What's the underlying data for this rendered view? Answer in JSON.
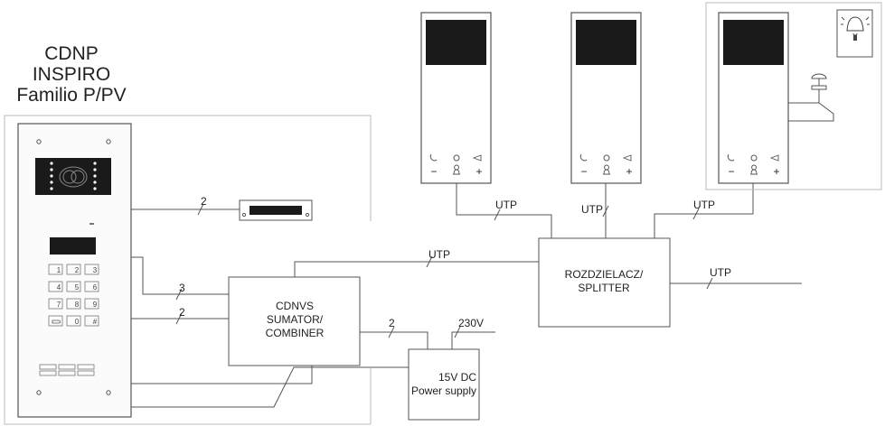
{
  "title": [
    "CDNP",
    "INSPIRO",
    "Familio P/PV"
  ],
  "keypad_keys": [
    "1",
    "2",
    "3",
    "4",
    "5",
    "6",
    "7",
    "8",
    "9",
    "",
    "0",
    "#"
  ],
  "monitor_buttons": [
    "−",
    "+"
  ],
  "wires": {
    "lock": "2",
    "panel_to_combiner_a": "3",
    "panel_to_combiner_b": "2",
    "combiner_to_power": "2",
    "power_in": "230V",
    "combiner_to_splitter": "UTP",
    "splitter_to_mon1": "UTP",
    "splitter_to_mon2": "UTP",
    "splitter_to_mon3": "UTP",
    "splitter_out": "UTP"
  },
  "combiner": [
    "CDNVS",
    "SUMATOR/",
    "COMBINER"
  ],
  "splitter": [
    "ROZDZIELACZ/",
    "SPLITTER"
  ],
  "power": [
    "15V DC",
    "Power supply"
  ],
  "colors": {
    "line": "#555555",
    "frame": "#bbbbbb",
    "screen": "#1a1a1a"
  }
}
